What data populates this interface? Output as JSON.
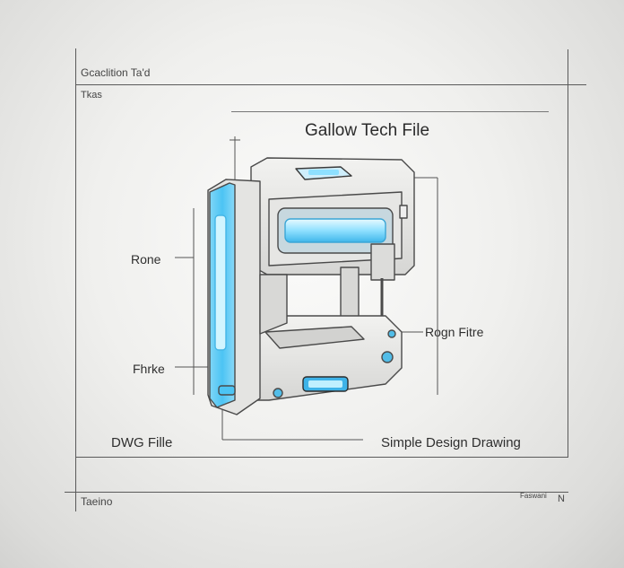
{
  "frame": {
    "header_title": "Gcaclition Ta'd",
    "header_sub": "Tkas",
    "footer_left": "Taeino",
    "footer_right_a": "Faswani",
    "footer_right_b": "N"
  },
  "drawing": {
    "title": "Gallow Tech File",
    "labels": {
      "left_top": "Rone",
      "left_bottom": "Fhrke",
      "right": "Rogn Fitre",
      "bottom_left": "DWG Fille",
      "bottom_right": "Simple Design Drawing"
    }
  },
  "colors": {
    "line": "#4a4a4a",
    "body_light": "#ececea",
    "body_shadow": "#c9c9c7",
    "accent_blue": "#4cc4f4",
    "accent_blue_light": "#b7ecff"
  }
}
